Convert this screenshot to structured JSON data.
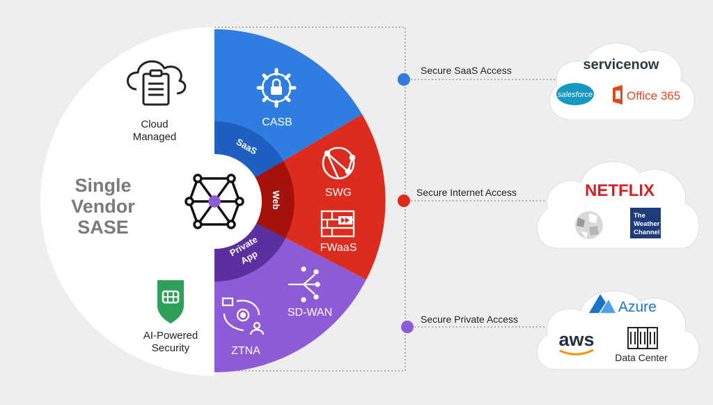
{
  "left": {
    "title_lines": [
      "Single",
      "Vendor",
      "SASE"
    ],
    "cloud_managed_lines": [
      "Cloud",
      "Managed"
    ],
    "ai_security_lines": [
      "AI-Powered",
      "Security"
    ]
  },
  "segments": {
    "casb": "CASB",
    "swg": "SWG",
    "fwaas": "FWaaS",
    "sdwan": "SD-WAN",
    "ztna": "ZTNA"
  },
  "inner": {
    "saas": "SaaS",
    "web": "Web",
    "private_lines": [
      "Private",
      "App"
    ]
  },
  "access": {
    "saas": "Secure SaaS Access",
    "internet": "Secure Internet Access",
    "private": "Secure Private Access"
  },
  "clouds": {
    "saas": {
      "servicenow": "servicenow",
      "salesforce": "salesforce",
      "office365": "Office 365"
    },
    "internet": {
      "netflix": "NETFLIX",
      "weather_lines": [
        "The",
        "Weather",
        "Channel"
      ]
    },
    "private": {
      "azure": "Azure",
      "aws": "aws",
      "datacenter": "Data Center"
    }
  },
  "colors": {
    "saas_blue": "#2f7de1",
    "saas_blue_dark": "#1e5fbf",
    "web_red": "#dd2b1e",
    "web_red_dark": "#a5120c",
    "private_purple": "#8e5bd6",
    "private_purple_dark": "#5a2f9e",
    "security_green": "#2fa05a",
    "text_gray": "#7a7a7a",
    "office_orange": "#e2471a",
    "netflix_red": "#d81f26",
    "azure_blue": "#1a73c9",
    "weather_blue": "#1e3c7c"
  }
}
